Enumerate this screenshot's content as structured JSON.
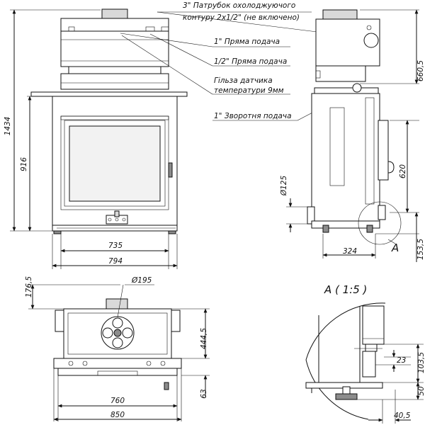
{
  "callouts": {
    "pipe_3in": "3\" Патрубок охолоджуючого",
    "pipe_3in_line2": "контуру 2х1/2\" (не включено)",
    "supply_1in": "1\" Пряма подача",
    "supply_half_in": "1/2\" Пряма подача",
    "sensor_sleeve": "Гільза датчика",
    "sensor_sleeve_line2": "температури 9мм",
    "return_1in": "1\" Зворотня подача"
  },
  "front_view": {
    "height_total": "1434",
    "height_body": "916",
    "width_inner": "735",
    "width_outer": "794"
  },
  "side_view": {
    "height_top": "660,5",
    "height_middle": "620",
    "diameter_outlet": "Ø125",
    "depth": "324",
    "height_bottom": "153,5",
    "detail_marker": "A"
  },
  "top_view": {
    "flue_diameter": "Ø195",
    "offset_back": "176,5",
    "depth_total": "444,5",
    "depth_front": "63",
    "width_inner": "760",
    "width_outer": "850"
  },
  "detail_view": {
    "title": "A ( 1:5 )",
    "dim_23": "23",
    "dim_103_5": "103,5",
    "dim_50": "50",
    "dim_40_5": "40,5"
  }
}
